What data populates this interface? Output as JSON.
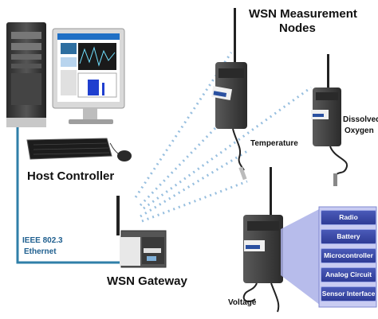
{
  "labels": {
    "wsn_nodes_line1": "WSN Measurement",
    "wsn_nodes_line2": "Nodes",
    "host_controller": "Host Controller",
    "wsn_gateway": "WSN Gateway",
    "ethernet_line1": "IEEE 802.3",
    "ethernet_line2": "Ethernet",
    "temperature": "Temperature",
    "dissolved_line1": "Dissolved",
    "dissolved_line2": "Oxygen",
    "voltage": "Voltage"
  },
  "components": [
    "Radio",
    "Battery",
    "Microcontroller",
    "Analog Circuit",
    "Sensor Interface"
  ],
  "colors": {
    "ethernet_cable": "#2f7fa8",
    "wireless_dots": "#7fb0d8",
    "component_box": "#3a48a8",
    "component_fan": "#aab0e8",
    "node_body": "#3c3c3c"
  }
}
